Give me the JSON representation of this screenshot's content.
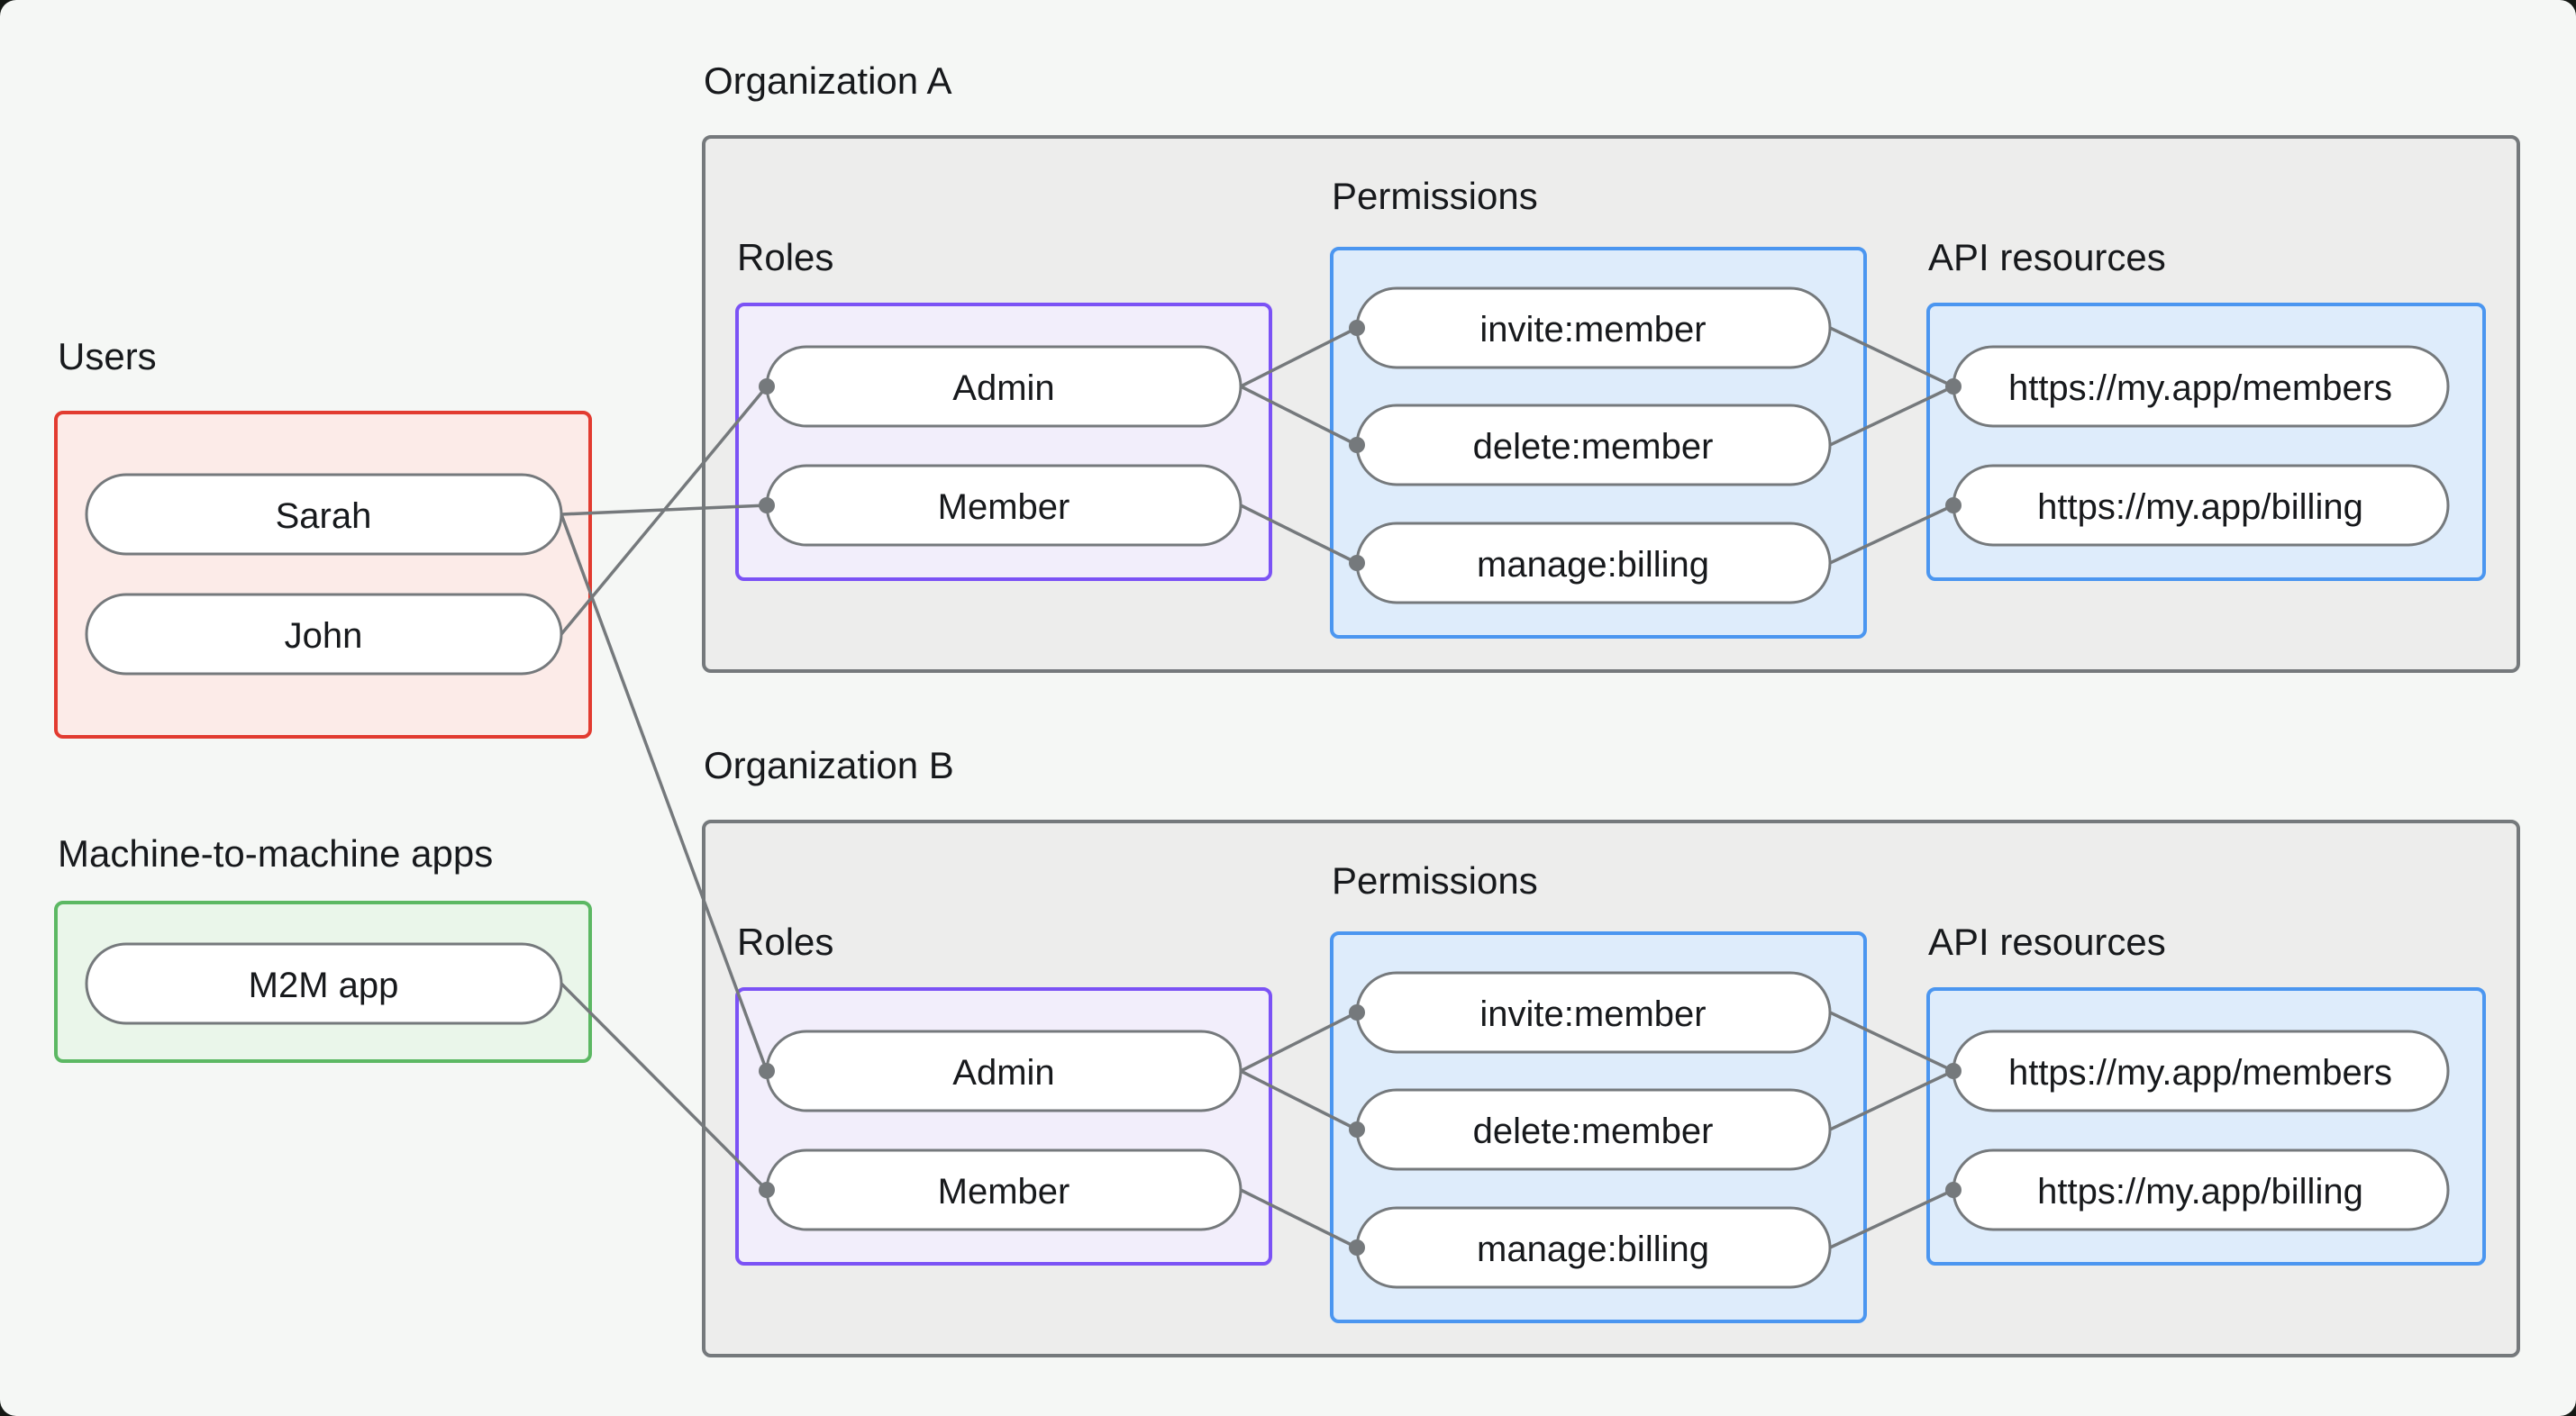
{
  "users_section": {
    "label": "Users",
    "items": [
      {
        "label": "Sarah"
      },
      {
        "label": "John"
      }
    ]
  },
  "m2m_section": {
    "label": "Machine-to-machine apps",
    "items": [
      {
        "label": "M2M app"
      }
    ]
  },
  "org_a": {
    "title": "Organization A",
    "roles_label": "Roles",
    "permissions_label": "Permissions",
    "api_label": "API resources",
    "roles": [
      "Admin",
      "Member"
    ],
    "permissions": [
      "invite:member",
      "delete:member",
      "manage:billing"
    ],
    "api_resources": [
      "https://my.app/members",
      "https://my.app/billing"
    ]
  },
  "org_b": {
    "title": "Organization B",
    "roles_label": "Roles",
    "permissions_label": "Permissions",
    "api_label": "API resources",
    "roles": [
      "Admin",
      "Member"
    ],
    "permissions": [
      "invite:member",
      "delete:member",
      "manage:billing"
    ],
    "api_resources": [
      "https://my.app/members",
      "https://my.app/billing"
    ]
  },
  "connections": [
    {
      "from": "Sarah",
      "to": "Organization A / Member"
    },
    {
      "from": "John",
      "to": "Organization A / Admin"
    },
    {
      "from": "Sarah",
      "to": "Organization B / Admin"
    },
    {
      "from": "M2M app",
      "to": "Organization B / Member"
    },
    {
      "from": "Organization A / Admin",
      "to": "Organization A / invite:member"
    },
    {
      "from": "Organization A / Admin",
      "to": "Organization A / delete:member"
    },
    {
      "from": "Organization A / Member",
      "to": "Organization A / manage:billing"
    },
    {
      "from": "Organization A / invite:member",
      "to": "Organization A / https://my.app/members"
    },
    {
      "from": "Organization A / delete:member",
      "to": "Organization A / https://my.app/members"
    },
    {
      "from": "Organization A / manage:billing",
      "to": "Organization A / https://my.app/billing"
    },
    {
      "from": "Organization B / Admin",
      "to": "Organization B / invite:member"
    },
    {
      "from": "Organization B / Admin",
      "to": "Organization B / delete:member"
    },
    {
      "from": "Organization B / Member",
      "to": "Organization B / manage:billing"
    },
    {
      "from": "Organization B / invite:member",
      "to": "Organization B / https://my.app/members"
    },
    {
      "from": "Organization B / delete:member",
      "to": "Organization B / https://my.app/members"
    },
    {
      "from": "Organization B / manage:billing",
      "to": "Organization B / https://my.app/billing"
    }
  ],
  "colors": {
    "background": "#f5f7f5",
    "org_fill": "#ededec",
    "gray_border": "#75797c",
    "users_border": "#e23b30",
    "users_fill": "#fcebe8",
    "m2m_border": "#5cb863",
    "m2m_fill": "#eaf6ea",
    "roles_border": "#7b52f5",
    "roles_fill": "#f2eefb",
    "blue_border": "#4b96f0",
    "blue_fill": "#deecfb",
    "text": "#17191c"
  }
}
